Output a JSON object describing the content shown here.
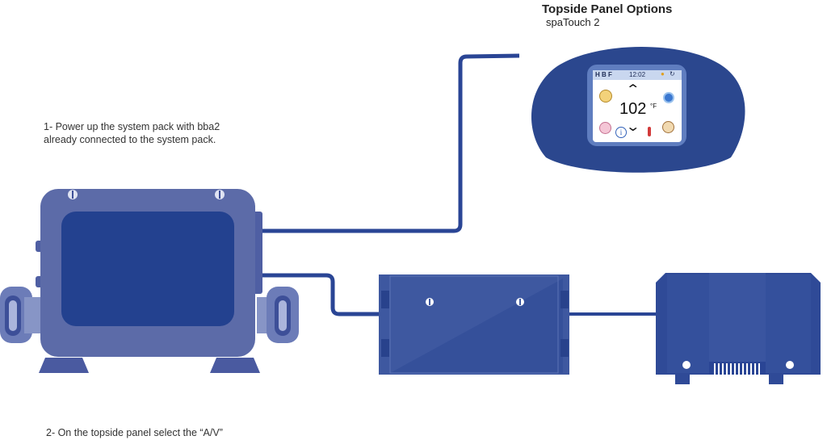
{
  "header": {
    "title": "Topside Panel Options",
    "subtitle": "spaTouch 2"
  },
  "steps": [
    {
      "line1": "1- Power up the system pack with bba2",
      "line2": "already connected to the system pack."
    },
    {
      "line1": "2- On the topside panel select the “A/V”"
    }
  ],
  "panel_screen": {
    "time": "12:02",
    "status_letters": "H B F",
    "temperature": "102",
    "unit": "°F"
  },
  "colors": {
    "cable": "#2a4595",
    "pack_body": "#5c6ba8",
    "pack_face": "#23418f",
    "panel_body": "#2b478e",
    "box_blue": "#3e58a0"
  }
}
